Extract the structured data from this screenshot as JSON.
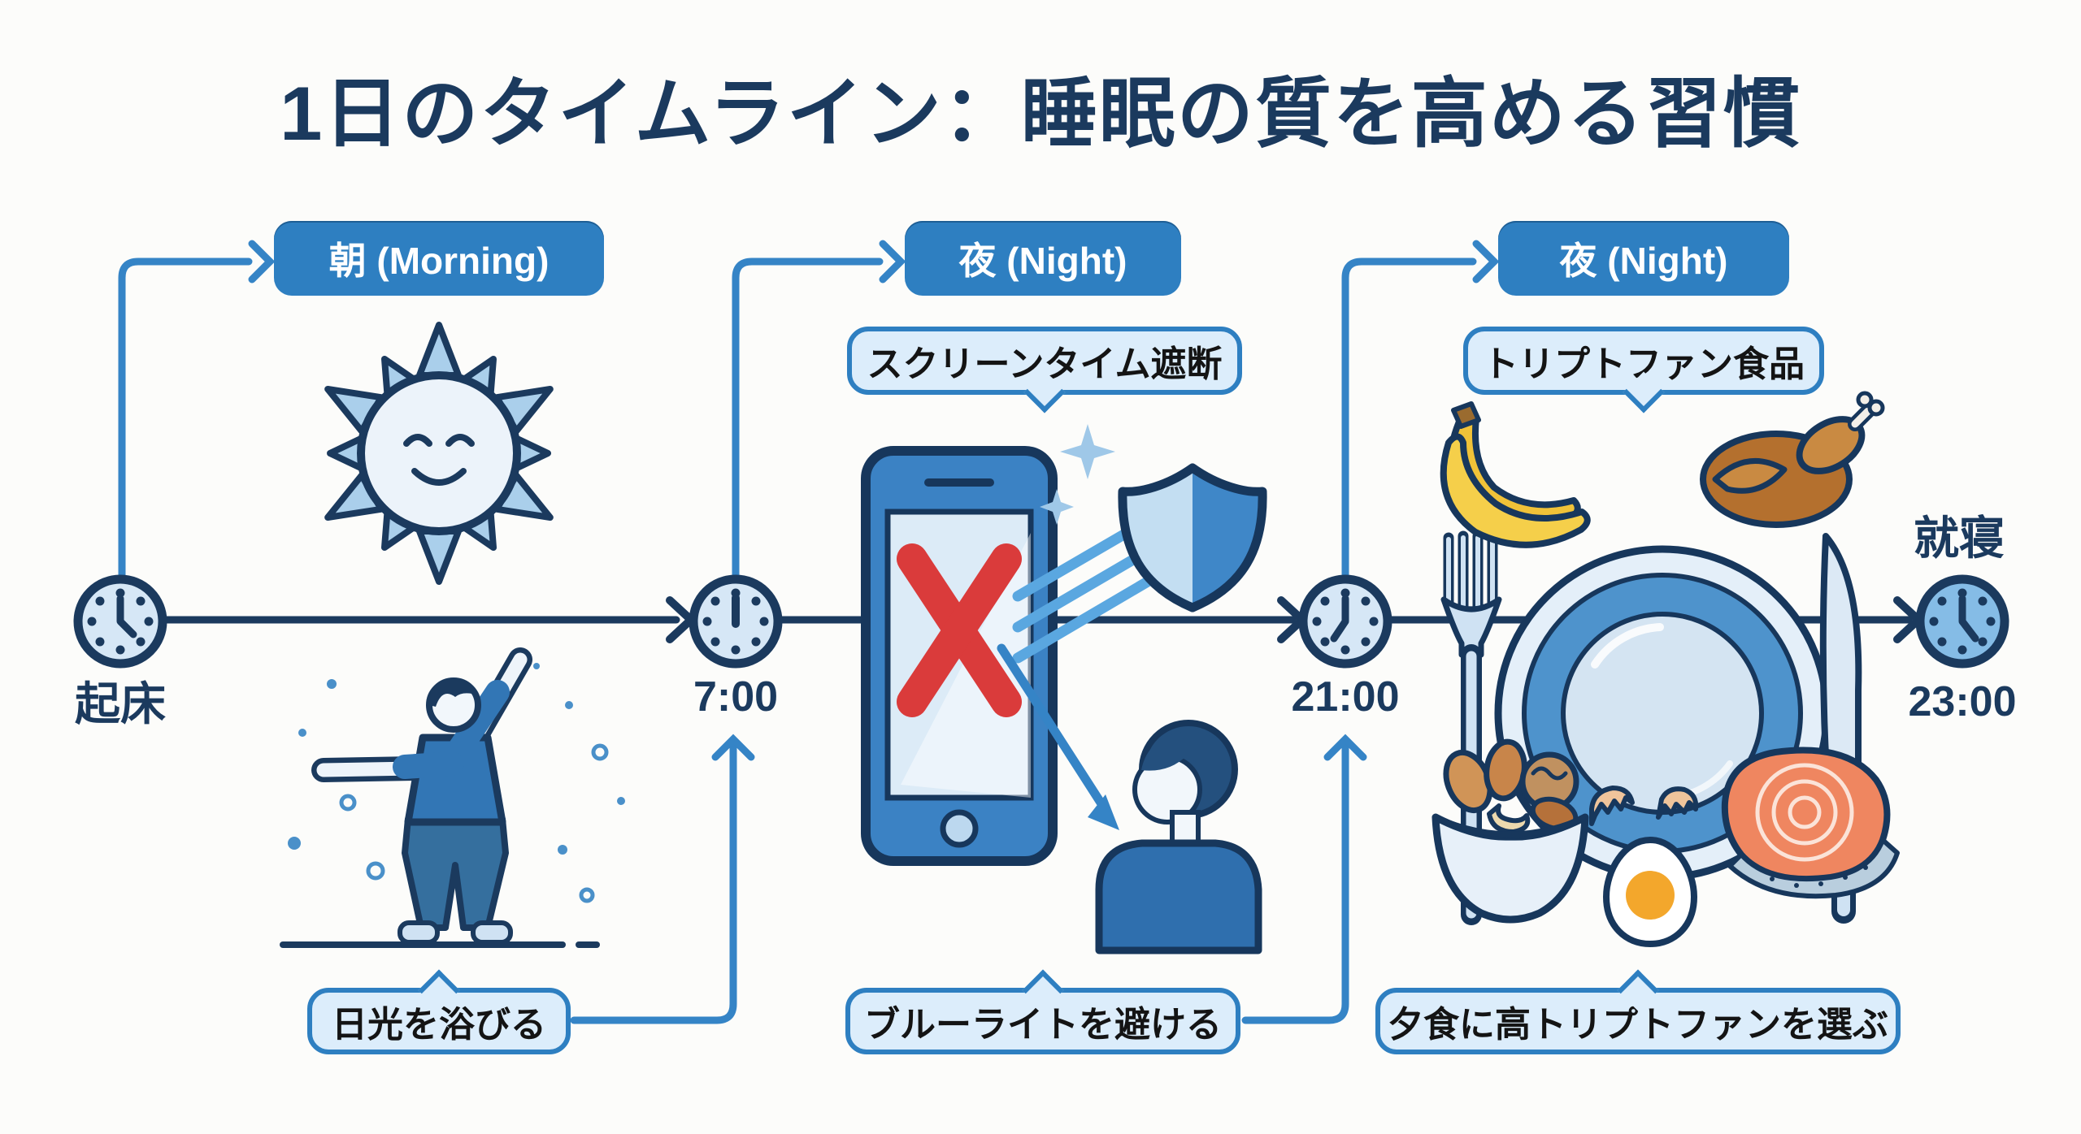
{
  "title": "1日のタイムライン：睡眠の質を高める習慣",
  "badges": [
    {
      "label": "朝 (Morning)"
    },
    {
      "label": "夜 (Night)"
    },
    {
      "label": "夜 (Night)"
    }
  ],
  "timeline": {
    "wake_label": "起床",
    "bed_label": "就寝",
    "times": [
      {
        "label": "7:00"
      },
      {
        "label": "21:00"
      },
      {
        "label": "23:00"
      }
    ]
  },
  "callouts": {
    "screen_time": "スクリーンタイム遮断",
    "tryptophan_foods": "トリプトファン食品",
    "sunlight": "日光を浴びる",
    "blue_light": "ブルーライトを避ける",
    "dinner_tryptophan": "夕食に高トリプトファンを選ぶ"
  },
  "colors": {
    "navy_outline": "#1b3a5e",
    "badge_blue": "#2e7fc1",
    "connector_blue": "#3584c6",
    "bubble_fill": "#dcedfb",
    "ray_blue": "#5aa7e0",
    "red_x": "#da3b3b",
    "clock_face": "#d6e7f6",
    "clock_face_bed": "#85bce6",
    "banana_yellow": "#f2c238",
    "turkey_brown": "#b4702e",
    "salmon_orange": "#ef8660"
  },
  "icons": [
    "sun-icon",
    "clock-icon",
    "smartphone-icon",
    "red-x-icon",
    "shield-icon",
    "sparkle-icon",
    "blue-light-rays",
    "person-stretching-icon",
    "person-head-icon",
    "bananas-icon",
    "turkey-icon",
    "plate-icon",
    "fork-icon",
    "knife-icon",
    "nuts-bowl-icon",
    "egg-icon",
    "salmon-icon",
    "timeline-arrow",
    "connector-arrow"
  ]
}
